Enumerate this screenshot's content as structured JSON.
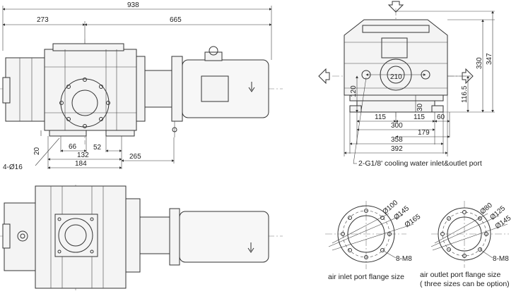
{
  "dims": {
    "overall_length": "938",
    "left_part": "273",
    "right_part": "665",
    "d20": "20",
    "d66": "66",
    "d52": "52",
    "d132": "132",
    "d184": "184",
    "d265": "265",
    "holes": "4-Ø16",
    "h330": "330",
    "h347": "347",
    "d210": "210",
    "d116_5": "116.5",
    "d120": "120",
    "d30": "30",
    "d115a": "115",
    "d115b": "115",
    "d60": "60",
    "d300": "300",
    "d179": "179",
    "d358": "358",
    "d392": "392",
    "inlet_d100": "Ø100",
    "inlet_d145": "Ø145",
    "inlet_d165": "Ø165",
    "inlet_bolts": "8-M8",
    "outlet_d80": "Ø80",
    "outlet_d125": "Ø125",
    "outlet_d145": "Ø145",
    "outlet_bolts": "8-M8"
  },
  "captions": {
    "cooling": "2-G1/8' cooling water inlet&outlet port",
    "inlet_title": "air inlet port flange size",
    "outlet_title": "air outlet port flange size",
    "outlet_note": "( three sizes can be option)"
  }
}
